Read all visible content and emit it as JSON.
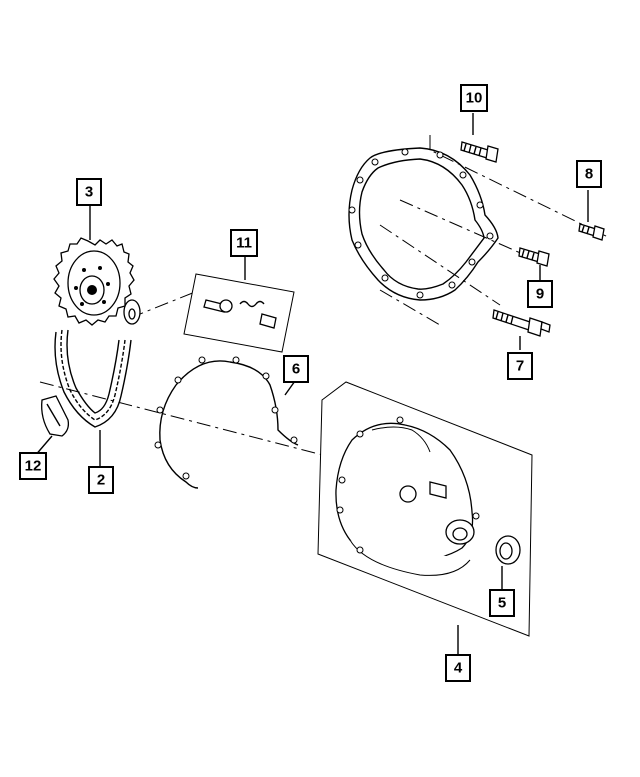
{
  "colors": {
    "ink": "#000000",
    "paper": "#ffffff"
  },
  "callouts": [
    {
      "id": "c1",
      "label": "10"
    },
    {
      "id": "c2",
      "label": "8"
    },
    {
      "id": "c3",
      "label": "3"
    },
    {
      "id": "c4",
      "label": "11"
    },
    {
      "id": "c5",
      "label": "9"
    },
    {
      "id": "c6",
      "label": "7"
    },
    {
      "id": "c7",
      "label": "6"
    },
    {
      "id": "c8",
      "label": "12"
    },
    {
      "id": "c9",
      "label": "2"
    },
    {
      "id": "c10",
      "label": "5"
    },
    {
      "id": "c11",
      "label": "4"
    }
  ]
}
